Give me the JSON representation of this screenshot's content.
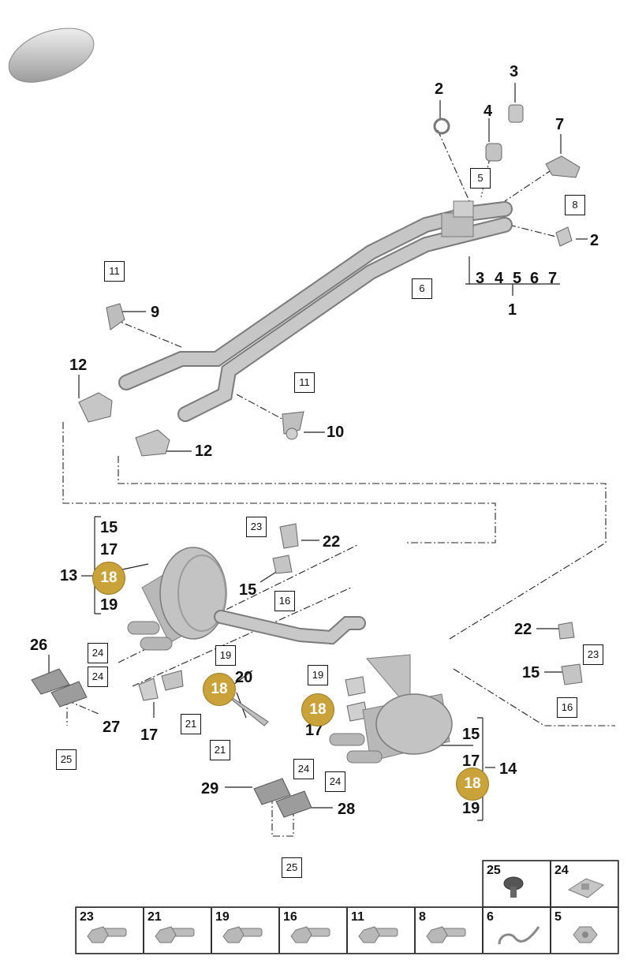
{
  "diagram": {
    "callouts": [
      {
        "id": "c-2-top",
        "text": "2"
      },
      {
        "id": "c-3-top",
        "text": "3"
      },
      {
        "id": "c-4-top",
        "text": "4"
      },
      {
        "id": "c-7-top",
        "text": "7"
      },
      {
        "id": "c-2-right",
        "text": "2"
      },
      {
        "id": "c-sub-3",
        "text": "3"
      },
      {
        "id": "c-sub-4",
        "text": "4"
      },
      {
        "id": "c-sub-5",
        "text": "5"
      },
      {
        "id": "c-sub-6",
        "text": "6"
      },
      {
        "id": "c-sub-7",
        "text": "7"
      },
      {
        "id": "c-1",
        "text": "1"
      },
      {
        "id": "c-9",
        "text": "9"
      },
      {
        "id": "c-12-a",
        "text": "12"
      },
      {
        "id": "c-10",
        "text": "10"
      },
      {
        "id": "c-12-b",
        "text": "12"
      },
      {
        "id": "c-15-a",
        "text": "15"
      },
      {
        "id": "c-17-a",
        "text": "17"
      },
      {
        "id": "c-13",
        "text": "13"
      },
      {
        "id": "c-19-a",
        "text": "19"
      },
      {
        "id": "c-22-a",
        "text": "22"
      },
      {
        "id": "c-15-b",
        "text": "15"
      },
      {
        "id": "c-26",
        "text": "26"
      },
      {
        "id": "c-27",
        "text": "27"
      },
      {
        "id": "c-20",
        "text": "20"
      },
      {
        "id": "c-17-b",
        "text": "17"
      },
      {
        "id": "c-17-c",
        "text": "17"
      },
      {
        "id": "c-22-b",
        "text": "22"
      },
      {
        "id": "c-15-c",
        "text": "15"
      },
      {
        "id": "c-15-d",
        "text": "15"
      },
      {
        "id": "c-17-d",
        "text": "17"
      },
      {
        "id": "c-14",
        "text": "14"
      },
      {
        "id": "c-19-d",
        "text": "19"
      },
      {
        "id": "c-29",
        "text": "29"
      },
      {
        "id": "c-28",
        "text": "28"
      }
    ],
    "boxed": [
      {
        "id": "b-5",
        "text": "5"
      },
      {
        "id": "b-8",
        "text": "8"
      },
      {
        "id": "b-6",
        "text": "6"
      },
      {
        "id": "b-11-a",
        "text": "11"
      },
      {
        "id": "b-11-b",
        "text": "11"
      },
      {
        "id": "b-23-a",
        "text": "23"
      },
      {
        "id": "b-16-a",
        "text": "16"
      },
      {
        "id": "b-24-a",
        "text": "24"
      },
      {
        "id": "b-24-b",
        "text": "24"
      },
      {
        "id": "b-25-a",
        "text": "25"
      },
      {
        "id": "b-19-b",
        "text": "19"
      },
      {
        "id": "b-21-a",
        "text": "21"
      },
      {
        "id": "b-21-b",
        "text": "21"
      },
      {
        "id": "b-19-c",
        "text": "19"
      },
      {
        "id": "b-23-b",
        "text": "23"
      },
      {
        "id": "b-16-b",
        "text": "16"
      },
      {
        "id": "b-24-c",
        "text": "24"
      },
      {
        "id": "b-24-d",
        "text": "24"
      },
      {
        "id": "b-25-b",
        "text": "25"
      }
    ],
    "highlights": [
      {
        "id": "h-18-a",
        "text": "18"
      },
      {
        "id": "h-18-b",
        "text": "18"
      },
      {
        "id": "h-18-c",
        "text": "18"
      },
      {
        "id": "h-18-d",
        "text": "18"
      }
    ],
    "colors": {
      "highlight": "#c9a23a",
      "part_fill": "#c9c9c9",
      "part_shade": "#9a9a9a",
      "line": "#222222"
    }
  },
  "hardware_table": {
    "top_row": [
      {
        "label": "25",
        "icon": "push-rivet-icon"
      },
      {
        "label": "24",
        "icon": "spring-nut-clip-icon"
      }
    ],
    "bottom_row": [
      {
        "label": "23",
        "icon": "flange-bolt-icon"
      },
      {
        "label": "21",
        "icon": "flange-bolt-icon"
      },
      {
        "label": "19",
        "icon": "flange-bolt-icon"
      },
      {
        "label": "16",
        "icon": "flange-bolt-icon"
      },
      {
        "label": "11",
        "icon": "flange-bolt-icon"
      },
      {
        "label": "8",
        "icon": "flange-bolt-icon"
      },
      {
        "label": "6",
        "icon": "wire-clip-icon"
      },
      {
        "label": "5",
        "icon": "hex-nut-icon"
      }
    ]
  }
}
